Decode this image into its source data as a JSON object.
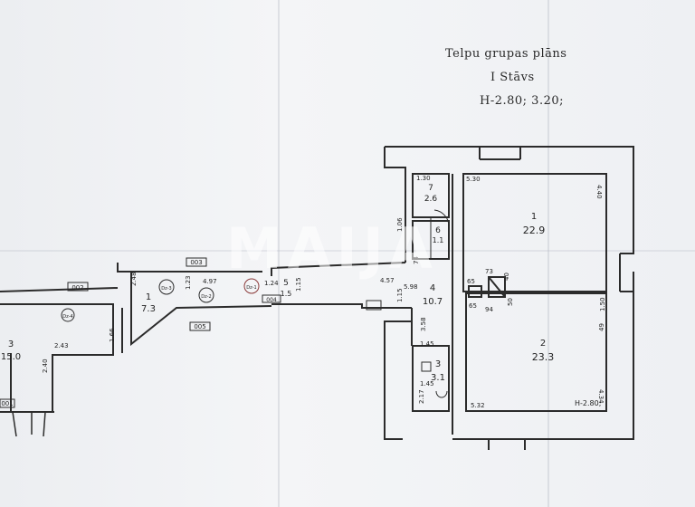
{
  "header": {
    "title": "Telpu grupas plāns",
    "floor": "I Stāvs",
    "height": "H-2.80; 3.20;"
  },
  "rooms": [
    {
      "number": "1",
      "area": "22.9"
    },
    {
      "number": "2",
      "area": "23.3"
    },
    {
      "number": "3",
      "area": "3.1"
    },
    {
      "number": "4",
      "area": "10.7"
    },
    {
      "number": "5",
      "area": "1.5"
    },
    {
      "number": "6",
      "area": "1.1"
    },
    {
      "number": "7",
      "area": "2.6"
    },
    {
      "number": "1",
      "area": "7.3"
    },
    {
      "number": "3",
      "area": "15.0"
    }
  ],
  "room2_height": "H-2.80;",
  "codes": [
    "002",
    "003",
    "004",
    "005",
    "001"
  ],
  "doors": [
    "Dz-1",
    "Dz-2",
    "Dz-3",
    "Dz-4"
  ],
  "dimensions": {
    "d530": "5.30",
    "d440": "4.40",
    "d130": "1.30",
    "d106": "1.06",
    "d74": "74",
    "d65a": "65",
    "d73": "73",
    "d40": "40",
    "d50": "50",
    "d65b": "65",
    "d94": "94",
    "d150": "1.50",
    "d49": "49",
    "d532": "5.32",
    "d434": "4.34",
    "d598": "5.98",
    "d457": "4.57",
    "d115a": "1.15",
    "d358": "3.58",
    "d145a": "1.45",
    "d145b": "1.45",
    "d217": "2.17",
    "d124": "1.24",
    "d115b": "1.15",
    "d497": "4.97",
    "d123": "1.23",
    "d248": "2.48",
    "d166": "1.66",
    "d243": "2.43",
    "d240": "2.40"
  },
  "watermark": "MAIJA"
}
